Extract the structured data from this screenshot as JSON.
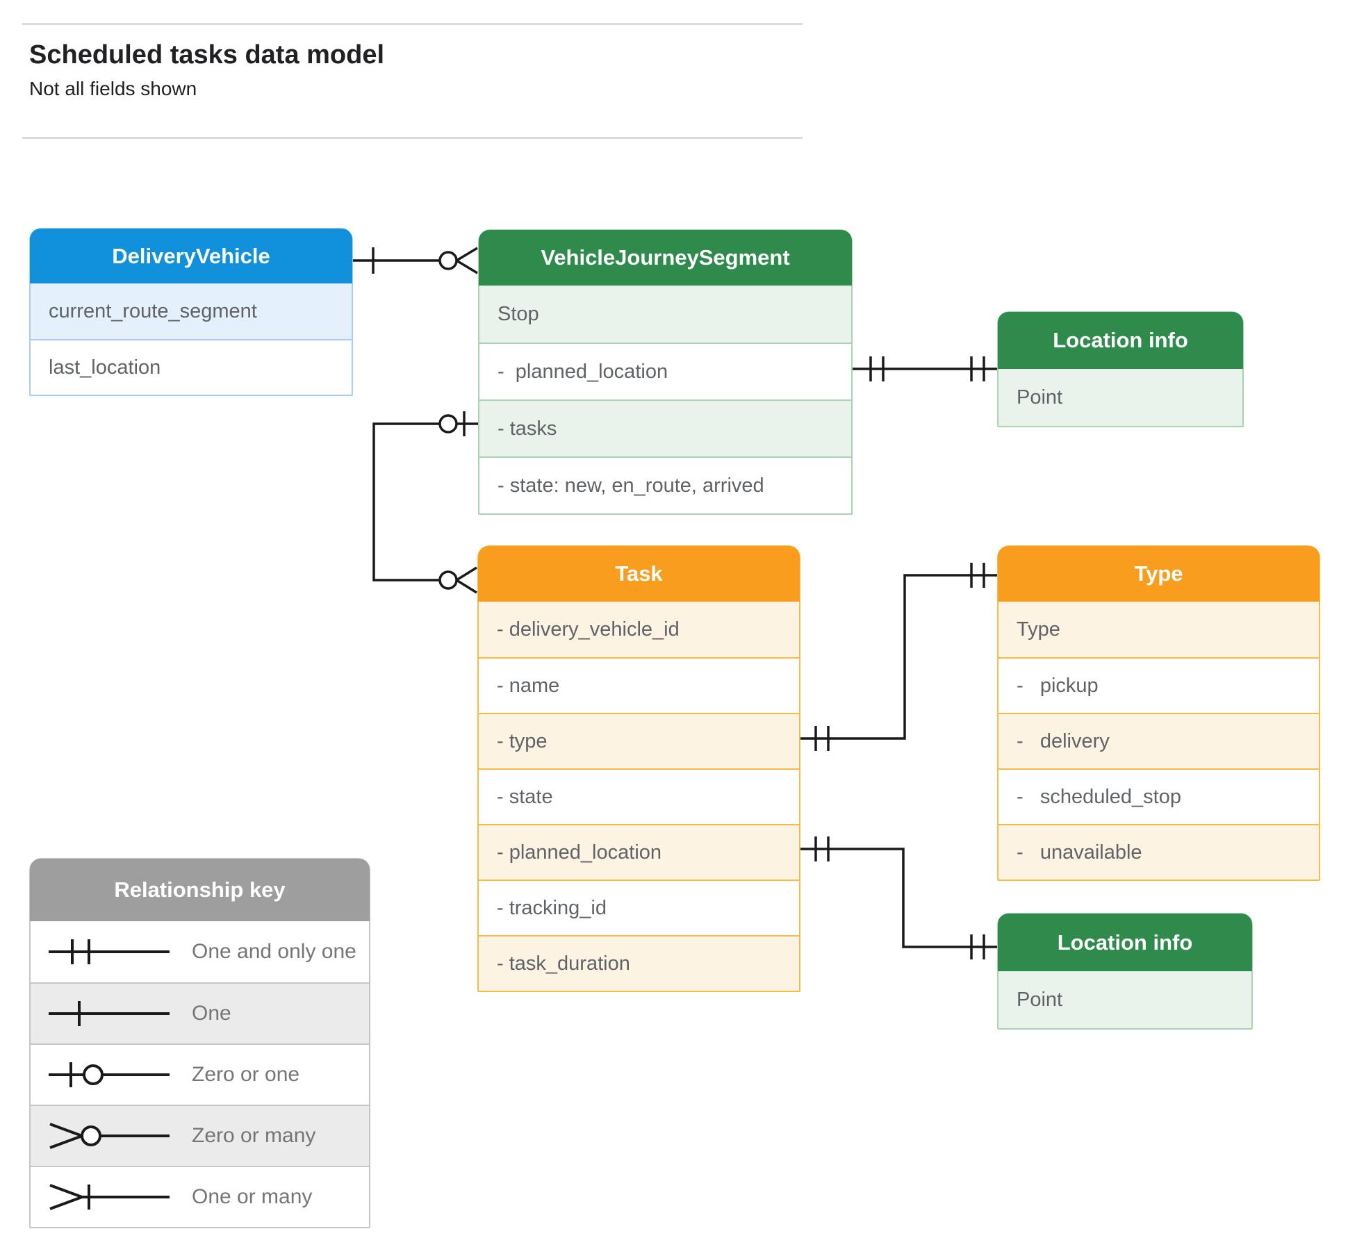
{
  "header": {
    "title": "Scheduled tasks data model",
    "subtitle": "Not all fields shown"
  },
  "colors": {
    "blue_header": "#1191db",
    "green_header": "#2e8b4b",
    "orange_header": "#f89d1e",
    "gray_header": "#9e9e9e",
    "field_text": "#5f6368",
    "connector": "#1a1a1a"
  },
  "entities": [
    {
      "id": "delivery-vehicle",
      "title": "DeliveryVehicle",
      "theme": "blue",
      "rows": [
        "current_route_segment",
        "last_location"
      ]
    },
    {
      "id": "vehicle-journey-segment",
      "title": "VehicleJourneySegment",
      "theme": "green",
      "rows": [
        "Stop",
        "-  planned_location",
        "- tasks",
        "- state: new, en_route, arrived"
      ]
    },
    {
      "id": "location-info-top",
      "title": "Location info",
      "theme": "green",
      "rows": [
        "Point"
      ]
    },
    {
      "id": "task",
      "title": "Task",
      "theme": "orange",
      "rows": [
        "- delivery_vehicle_id",
        "- name",
        "- type",
        "- state",
        "- planned_location",
        "- tracking_id",
        "- task_duration"
      ]
    },
    {
      "id": "type",
      "title": "Type",
      "theme": "orange",
      "rows": [
        "Type",
        "-   pickup",
        "-   delivery",
        "-   scheduled_stop",
        "-   unavailable"
      ]
    },
    {
      "id": "location-info-bottom",
      "title": "Location info",
      "theme": "green",
      "rows": [
        "Point"
      ]
    }
  ],
  "legend": {
    "title": "Relationship key",
    "items": [
      {
        "symbol": "one-and-only-one",
        "label": "One and only one"
      },
      {
        "symbol": "one",
        "label": "One"
      },
      {
        "symbol": "zero-or-one",
        "label": "Zero or one"
      },
      {
        "symbol": "zero-or-many",
        "label": "Zero or many"
      },
      {
        "symbol": "one-or-many",
        "label": "One or many"
      }
    ]
  },
  "relationships": [
    {
      "from": "DeliveryVehicle",
      "to": "VehicleJourneySegment",
      "from_end": "one",
      "to_end": "zero-or-many"
    },
    {
      "from": "VehicleJourneySegment.tasks",
      "to": "Task",
      "from_end": "zero-or-one",
      "to_end": "zero-or-many"
    },
    {
      "from": "VehicleJourneySegment.planned_location",
      "to": "Location info",
      "from_end": "one-and-only-one",
      "to_end": "one-and-only-one"
    },
    {
      "from": "Task.type",
      "to": "Type",
      "from_end": "one-and-only-one",
      "to_end": "one-and-only-one"
    },
    {
      "from": "Task.planned_location",
      "to": "Location info",
      "from_end": "one-and-only-one",
      "to_end": "one-and-only-one"
    }
  ]
}
